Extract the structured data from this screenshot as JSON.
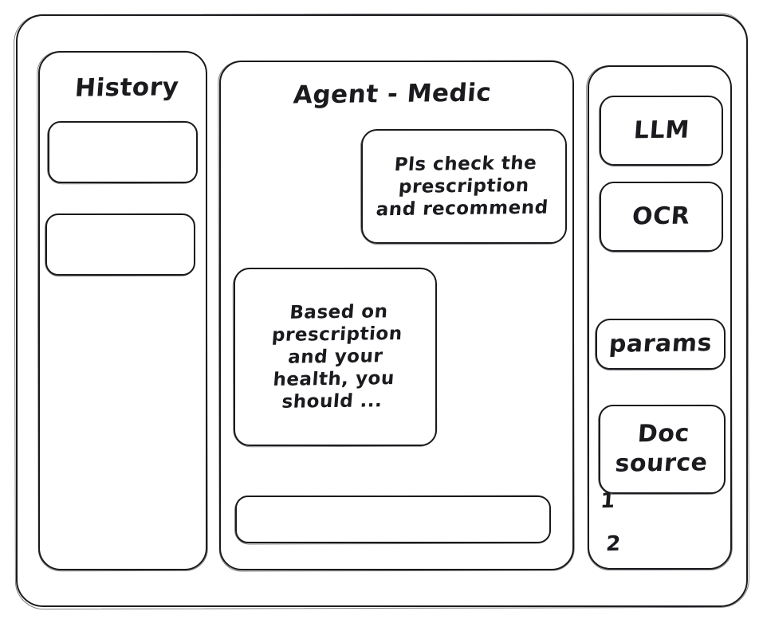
{
  "app": {
    "style": "hand-drawn-wireframe",
    "ink_color": "#1b1b1f",
    "background_color": "#ffffff"
  },
  "sidebar_left": {
    "title": "History",
    "items": [
      {
        "label": ""
      },
      {
        "label": ""
      }
    ]
  },
  "main": {
    "title": "Agent - Medic",
    "messages": [
      {
        "role": "user",
        "text": "Pls check the\nprescription\nand recommend"
      },
      {
        "role": "assistant",
        "text": "Based on\nprescription\nand your\nhealth, you\nshould ..."
      }
    ],
    "composer": {
      "value": "",
      "placeholder": ""
    }
  },
  "sidebar_right": {
    "tools": [
      {
        "label": "LLM"
      },
      {
        "label": "OCR"
      }
    ],
    "params": {
      "label": "params"
    },
    "doc_source": {
      "label": "Doc\nsource",
      "entries": [
        "1",
        "2"
      ]
    }
  }
}
